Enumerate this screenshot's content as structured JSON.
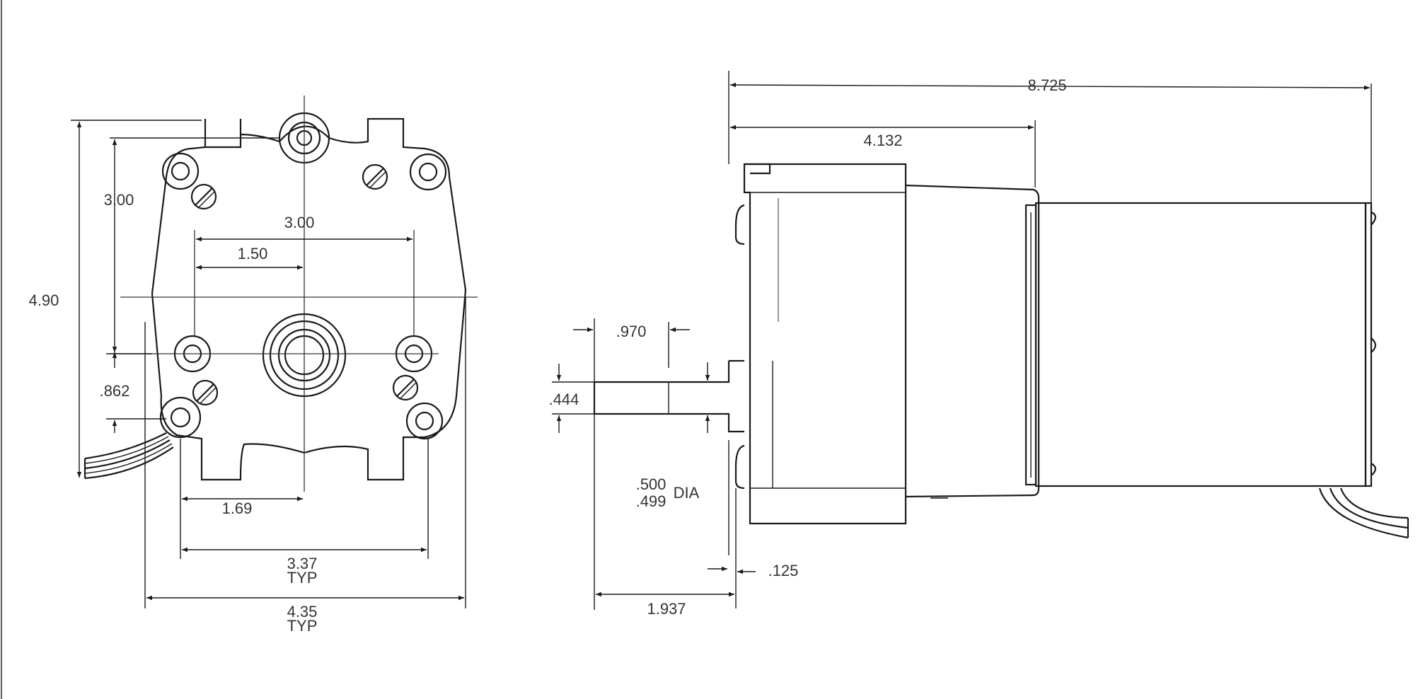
{
  "colors": {
    "line": "#1a1a1a",
    "text": "#333333",
    "background": "#ffffff"
  },
  "front_view": {
    "dim_overall_height": "4.90",
    "dim_mount_vertical": "3.00",
    "dim_mount_horizontal": "3.00",
    "dim_half_spacing": "1.50",
    "dim_offset": ".862",
    "dim_bottom_left": "1.69",
    "dim_bottom_spacing": "3.37",
    "dim_bottom_spacing_note": "TYP",
    "dim_overall_width": "4.35",
    "dim_overall_width_note": "TYP"
  },
  "side_view": {
    "dim_overall_length": "8.725",
    "dim_gearbox_length": "4.132",
    "dim_key_length": ".970",
    "dim_key_height": ".444",
    "dim_shaft_dia_max": ".500",
    "dim_shaft_dia_min": ".499",
    "dim_shaft_dia_label": "DIA",
    "dim_pilot": ".125",
    "dim_shaft_length": "1.937"
  }
}
